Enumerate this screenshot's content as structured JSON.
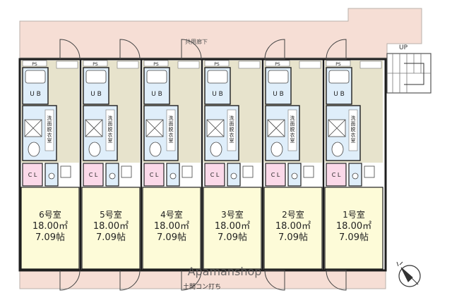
{
  "labels": {
    "corridor": "共用廊下",
    "stair_up": "UP",
    "bottom_corridor": "土間コン打ち",
    "watermark": "Apamanshop",
    "ps": "PS",
    "ub": "U B",
    "cl": "C L",
    "washroom": "洗面脱衣室"
  },
  "units": [
    {
      "name": "6号室",
      "area": "18.00㎡",
      "tatami": "7.09帖"
    },
    {
      "name": "5号室",
      "area": "18.00㎡",
      "tatami": "7.09帖"
    },
    {
      "name": "4号室",
      "area": "18.00㎡",
      "tatami": "7.09帖"
    },
    {
      "name": "3号室",
      "area": "18.00㎡",
      "tatami": "7.09帖"
    },
    {
      "name": "2号室",
      "area": "18.00㎡",
      "tatami": "7.09帖"
    },
    {
      "name": "1号室",
      "area": "18.00㎡",
      "tatami": "7.09帖"
    }
  ],
  "colors": {
    "corridor": "#f6ded5",
    "room": "#fdfbd8",
    "wet": "#dfeefa",
    "hall": "#e7e3cc",
    "closet": "#fbd9e9",
    "wall": "#1e1e1e"
  }
}
